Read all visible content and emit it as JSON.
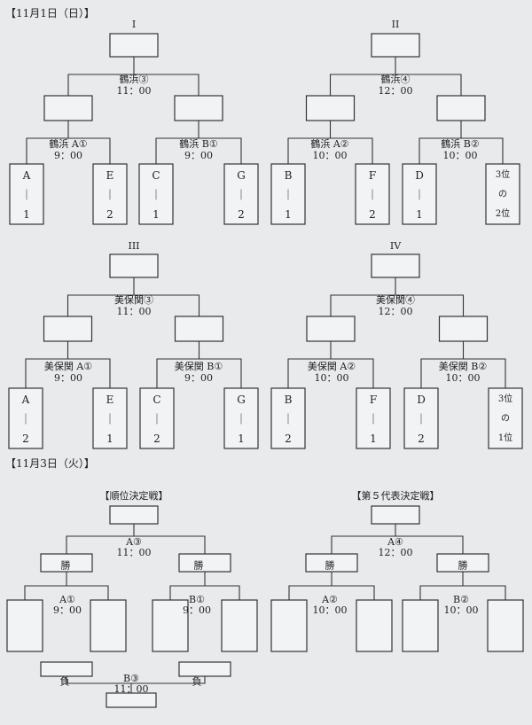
{
  "day1": {
    "header": "【11月1日（日）】",
    "brackets": [
      {
        "roman": "I",
        "final_venue": "鶴浜③",
        "final_time": "11：00",
        "left_venue": "鶴浜 A①",
        "left_time": "9：00",
        "right_venue": "鶴浜 B①",
        "right_time": "9：00",
        "slots": [
          {
            "top": "A",
            "mid": "｜",
            "bottom": "1"
          },
          {
            "top": "E",
            "mid": "｜",
            "bottom": "2"
          },
          {
            "top": "C",
            "mid": "｜",
            "bottom": "1"
          },
          {
            "top": "G",
            "mid": "｜",
            "bottom": "2"
          }
        ]
      },
      {
        "roman": "II",
        "final_venue": "鶴浜④",
        "final_time": "12：00",
        "left_venue": "鶴浜 A②",
        "left_time": "10：00",
        "right_venue": "鶴浜 B②",
        "right_time": "10：00",
        "slots": [
          {
            "top": "B",
            "mid": "｜",
            "bottom": "1"
          },
          {
            "top": "F",
            "mid": "｜",
            "bottom": "2"
          },
          {
            "top": "D",
            "mid": "｜",
            "bottom": "1"
          },
          {
            "top": "3位",
            "mid": "の",
            "bottom": "2位"
          }
        ]
      },
      {
        "roman": "III",
        "final_venue": "美保関③",
        "final_time": "11：00",
        "left_venue": "美保関 A①",
        "left_time": "9：00",
        "right_venue": "美保関 B①",
        "right_time": "9：00",
        "slots": [
          {
            "top": "A",
            "mid": "｜",
            "bottom": "2"
          },
          {
            "top": "E",
            "mid": "｜",
            "bottom": "1"
          },
          {
            "top": "C",
            "mid": "｜",
            "bottom": "2"
          },
          {
            "top": "G",
            "mid": "｜",
            "bottom": "1"
          }
        ]
      },
      {
        "roman": "IV",
        "final_venue": "美保関④",
        "final_time": "12：00",
        "left_venue": "美保関 A②",
        "left_time": "10：00",
        "right_venue": "美保関 B②",
        "right_time": "10：00",
        "slots": [
          {
            "top": "B",
            "mid": "｜",
            "bottom": "2"
          },
          {
            "top": "F",
            "mid": "｜",
            "bottom": "1"
          },
          {
            "top": "D",
            "mid": "｜",
            "bottom": "2"
          },
          {
            "top": "3位",
            "mid": "の",
            "bottom": "1位"
          }
        ]
      }
    ]
  },
  "day2": {
    "header": "【11月3日（火）】",
    "left": {
      "title": "【順位決定戦】",
      "final_venue": "A③",
      "final_time": "11：00",
      "win_label": "勝",
      "left_venue": "A①",
      "left_time": "9：00",
      "right_venue": "B①",
      "right_time": "9：00",
      "lose_label": "負",
      "third_venue": "B③",
      "third_time": "11：00"
    },
    "right": {
      "title": "【第５代表決定戦】",
      "final_venue": "A④",
      "final_time": "12：00",
      "win_label": "勝",
      "left_venue": "A②",
      "left_time": "10：00",
      "right_venue": "B②",
      "right_time": "10：00"
    }
  }
}
